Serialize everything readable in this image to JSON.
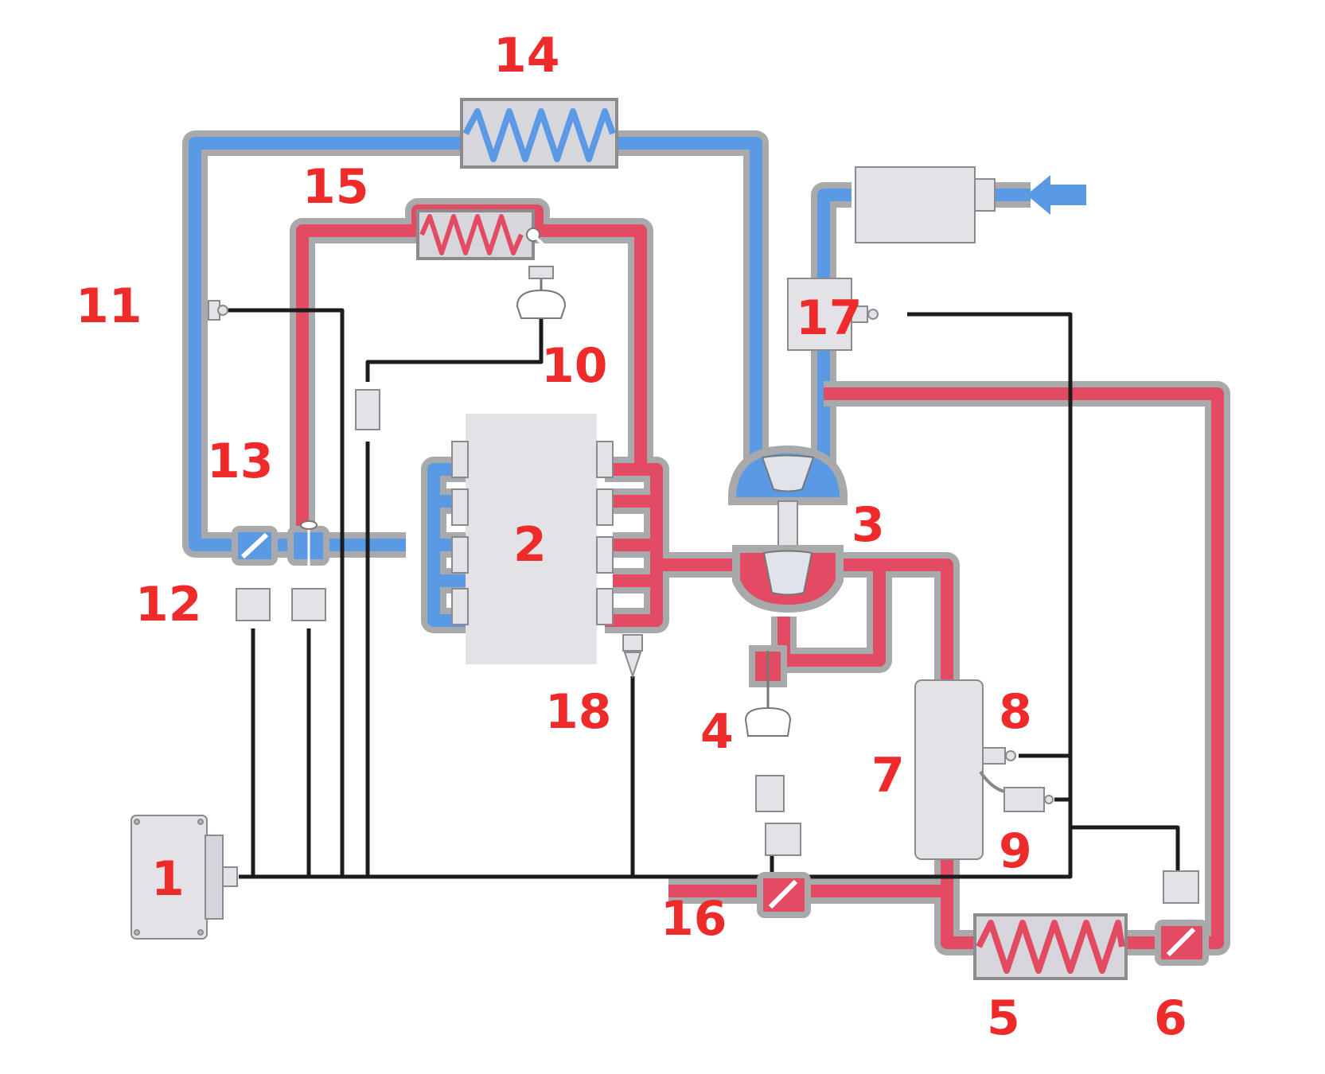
{
  "colors": {
    "intake": "#5a9ae4",
    "exhaust": "#e24b62",
    "pipe_wall": "#a7a9ab",
    "component": "#e2e2e7",
    "wire": "#1c1c1c",
    "label": "#ee2a2a"
  },
  "labels": {
    "l1": "1",
    "l2": "2",
    "l3": "3",
    "l4": "4",
    "l5": "5",
    "l6": "6",
    "l7": "7",
    "l8": "8",
    "l9": "9",
    "l10": "10",
    "l11": "11",
    "l12": "12",
    "l13": "13",
    "l14": "14",
    "l15": "15",
    "l16": "16",
    "l17": "17",
    "l18": "18"
  },
  "icons": {
    "inlet_arrow": "fresh-air-arrow-icon"
  }
}
